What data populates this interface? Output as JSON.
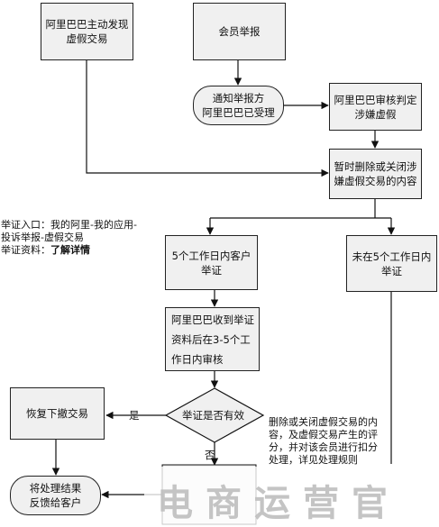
{
  "nodes": {
    "alibaba_detect": "阿里巴巴主动发现\n虚假交易",
    "member_report": "会员举报",
    "notify": "通知举报方\n阿里巴巴已受理",
    "judge": "阿里巴巴审核判定\n涉嫌虚假",
    "suspend": "暂时删除或关闭涉\n嫌虚假交易的内容",
    "appeal_5days": "5个工作日内客户\n举证",
    "no_appeal": "未在5个工作日内\n举证",
    "review": "阿里巴巴收到举证\n资料后在3-5个工\n作日内审核",
    "valid_question": "举证是否有效",
    "restore": "恢复下撤交易",
    "feedback": "将处理结果\n反馈给客户",
    "delete_close": "删除或关闭虚假交易的内\n容，及虚假交易产生的评\n分，并对该会员进行扣分\n处理，详见处理规则"
  },
  "labels": {
    "yes": "是",
    "no": "否"
  },
  "note": {
    "text": "举证入口：我的阿里-我的应用-\n投诉举报-虚假交易\n举证资料：",
    "link": "了解详情"
  },
  "watermark": {
    "text": "电商运营官"
  }
}
